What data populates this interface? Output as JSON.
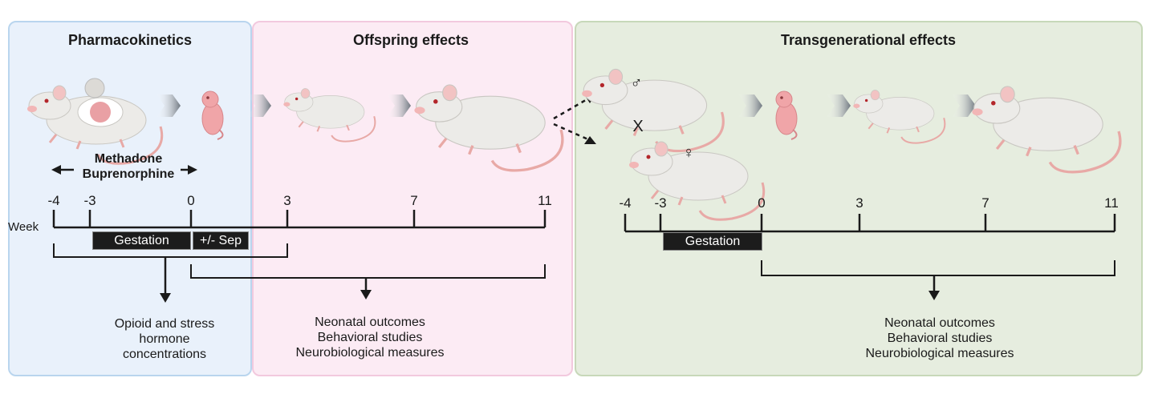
{
  "panels": {
    "pk_title": "Pharmacokinetics",
    "off_title": "Offspring effects",
    "tg_title": "Transgenerational effects"
  },
  "drugs": {
    "drug1": "Methadone",
    "drug2": "Buprenorphine"
  },
  "timeline_left": {
    "label": "Week",
    "ticks": [
      "-4",
      "-3",
      "0",
      "3",
      "7",
      "11"
    ],
    "gestation": "Gestation",
    "sep": "+/- Sep"
  },
  "timeline_right": {
    "ticks": [
      "-4",
      "-3",
      "0",
      "3",
      "7",
      "11"
    ],
    "gestation": "Gestation"
  },
  "outcomes": {
    "pk": [
      "Opioid and stress",
      "hormone",
      "concentrations"
    ],
    "off": [
      "Neonatal outcomes",
      "Behavioral studies",
      "Neurobiological measures"
    ],
    "tg": [
      "Neonatal outcomes",
      "Behavioral studies",
      "Neurobiological measures"
    ]
  },
  "symbols": {
    "cross": "X",
    "male": "♂",
    "female": "♀"
  },
  "colors": {
    "pk_bg": "#e9f1fb",
    "off_bg": "#fcebf4",
    "tg_bg": "#e6eddf",
    "rat": "#ecebe8",
    "pup": "#f0a5a8",
    "tail": "#e8a9a6"
  }
}
